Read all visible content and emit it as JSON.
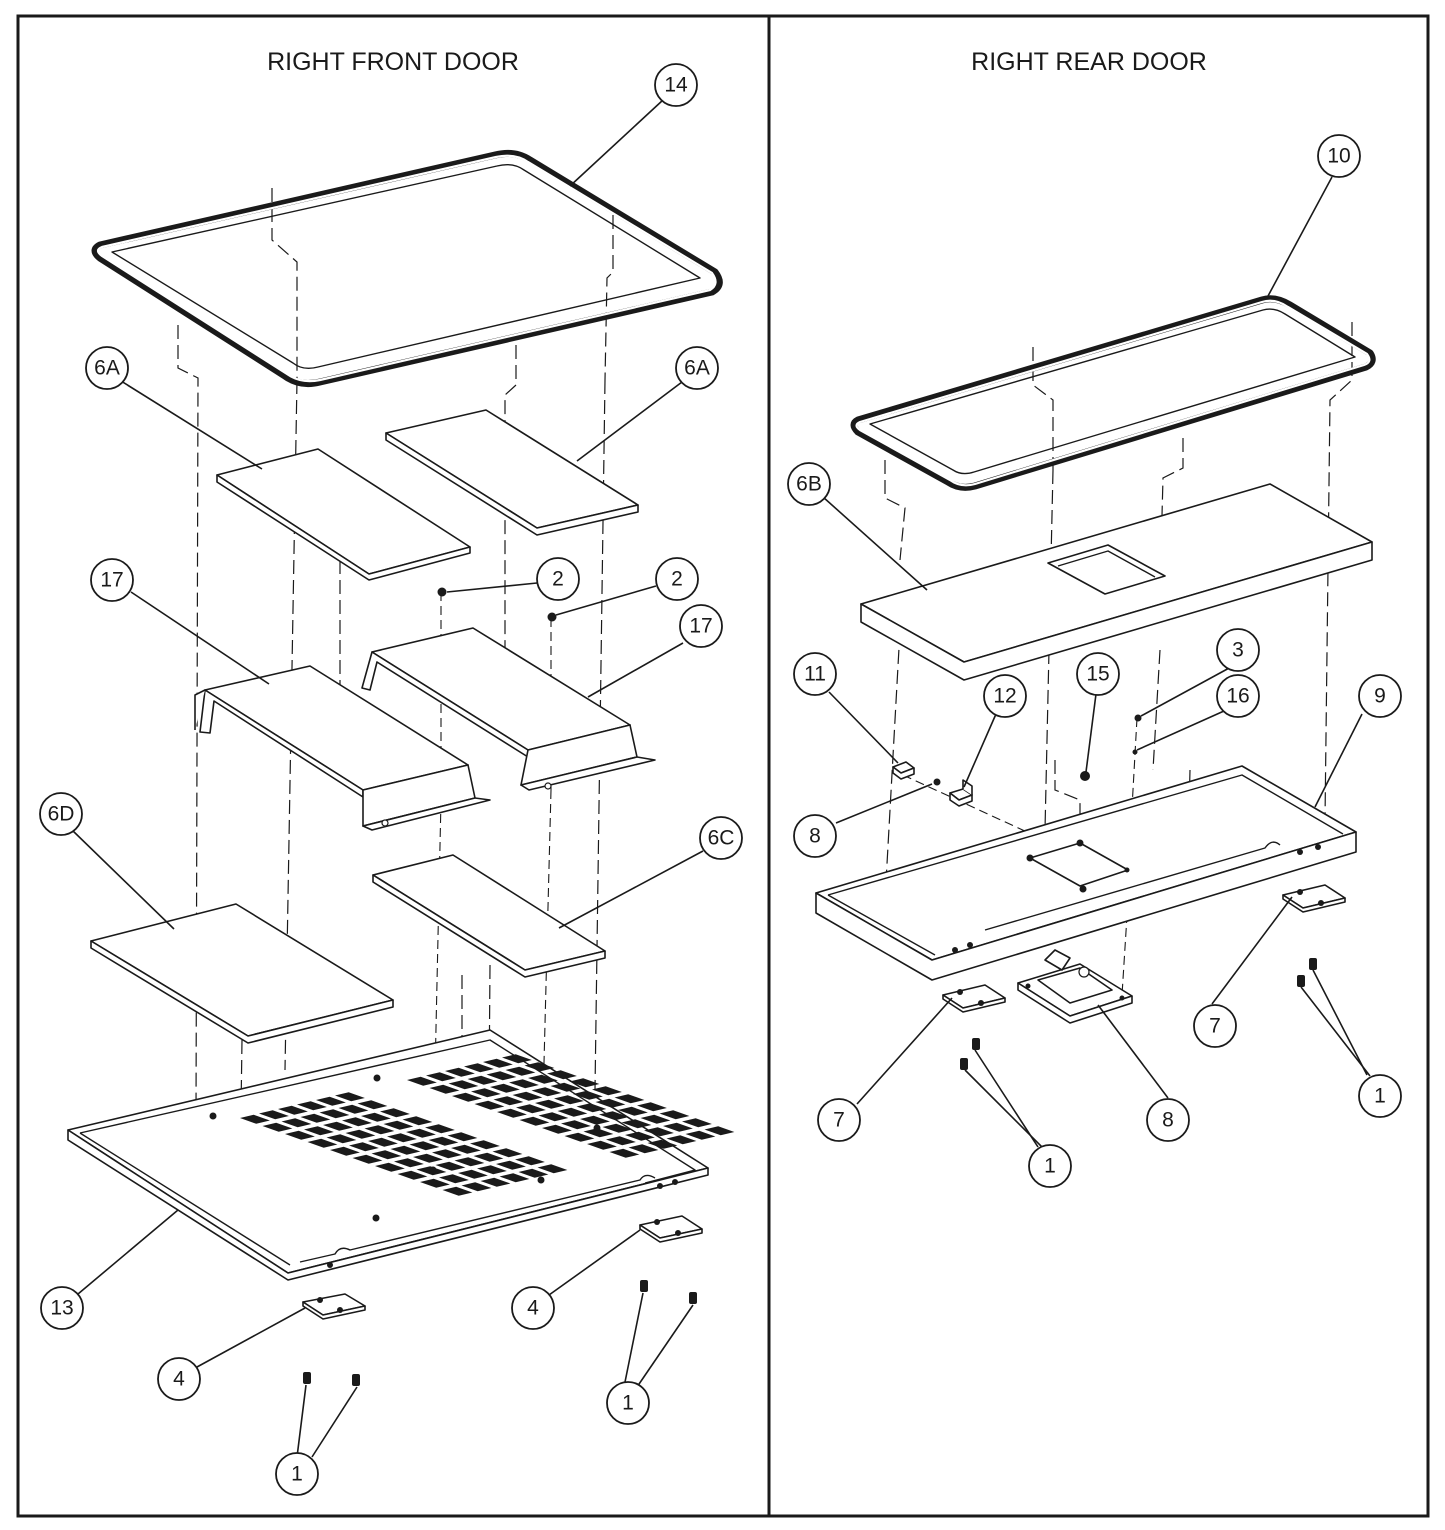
{
  "panels": {
    "left_title": "RIGHT FRONT DOOR",
    "right_title": "RIGHT REAR DOOR"
  },
  "callouts": {
    "c14": "14",
    "c6a_left": "6A",
    "c6a_right": "6A",
    "c17_left": "17",
    "c17_right": "17",
    "c2_left": "2",
    "c2_right": "2",
    "c6d": "6D",
    "c6c": "6C",
    "c13": "13",
    "c4_left": "4",
    "c4_right": "4",
    "c1_bottom": "1",
    "c1_right": "1",
    "c10": "10",
    "c6b": "6B",
    "c3": "3",
    "c16": "16",
    "c15": "15",
    "c11": "11",
    "c12": "12",
    "c9": "9",
    "c8_upper": "8",
    "c8_lower": "8",
    "c7_left": "7",
    "c7_right": "7",
    "c1_rear_left": "1",
    "c1_rear_right": "1"
  }
}
